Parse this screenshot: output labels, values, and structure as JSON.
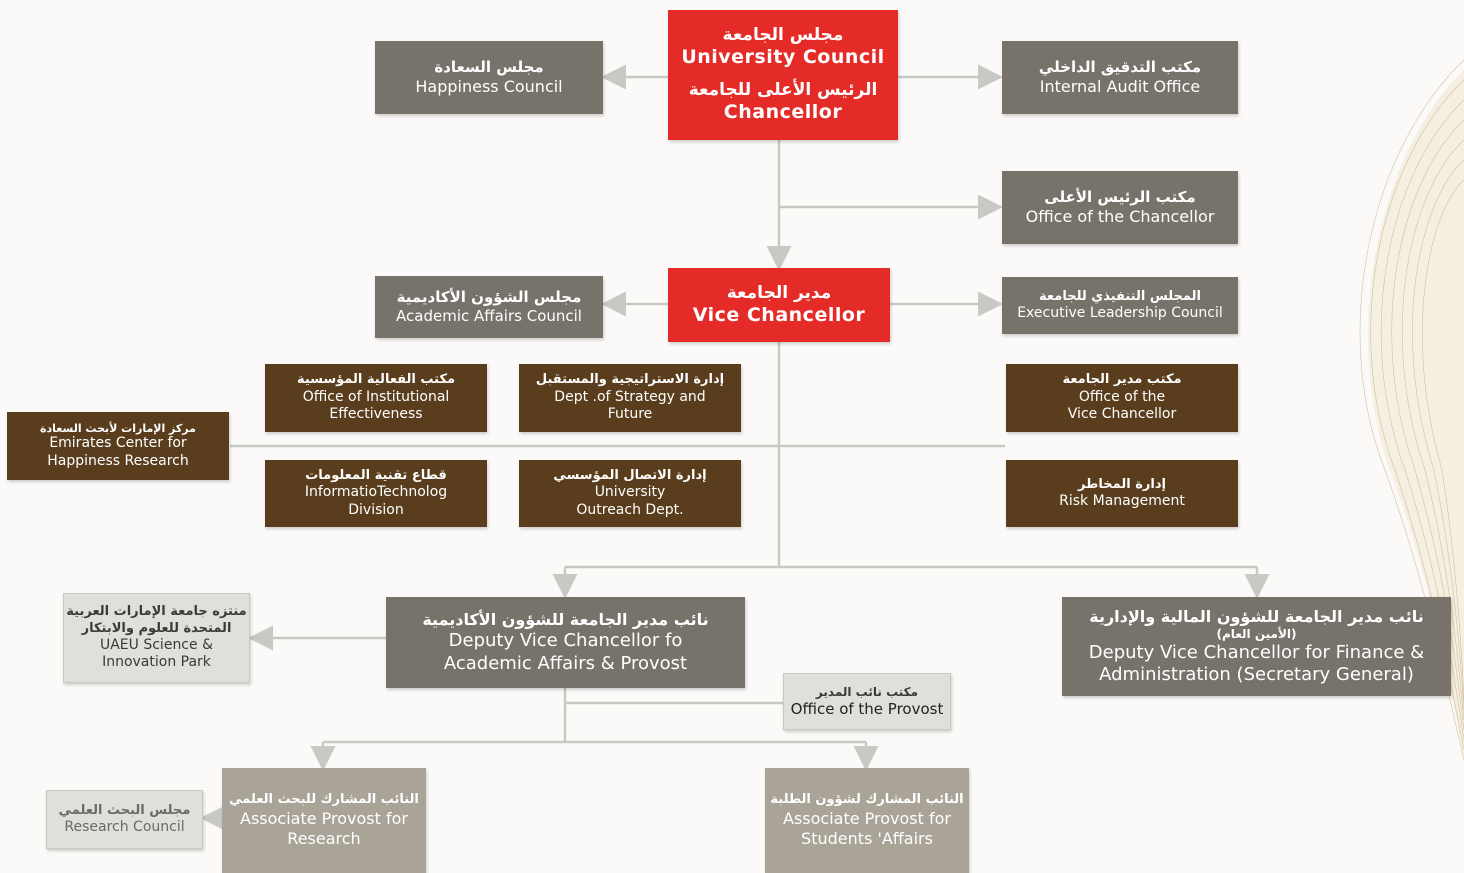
{
  "colors": {
    "top_leadership": "#e42b27",
    "council_office": "#77736a",
    "vc_unit": "#5a3d1c",
    "associate_provost": "#a9a497",
    "affiliated_unit": "#dfe0da",
    "connector": "#c8c8c4",
    "background": "#fbfaf8"
  },
  "nodes": {
    "university_council": {
      "ar_line1": "مجلس الجامعة",
      "en_line1": "University Council",
      "ar_line2": "الرئيس الأعلى للجامعة",
      "en_line2": "Chancellor"
    },
    "happiness_council": {
      "ar": "مجلس السعادة",
      "en": "Happiness Council"
    },
    "internal_audit": {
      "ar": "مكتب التدقيق الداخلي",
      "en": "Internal Audit Office"
    },
    "office_chancellor": {
      "ar": "مكتب الرئيس الأعلى",
      "en": "Office of the Chancellor"
    },
    "vice_chancellor": {
      "ar": "مدير الجامعة",
      "en": "Vice Chancellor"
    },
    "academic_affairs_council": {
      "ar": "مجلس الشؤون الأكاديمية",
      "en": "Academic Affairs Council"
    },
    "executive_leadership_council": {
      "ar": "المجلس التنفيذي للجامعة",
      "en": "Executive Leadership Council"
    },
    "institutional_effectiveness": {
      "ar": "مكتب الفعالية المؤسسية",
      "en1": "Office of Institutional",
      "en2": "Effectiveness"
    },
    "strategy_future": {
      "ar": "إدارة الاستراتيجية والمستقبل",
      "en1": "Dept .of Strategy and",
      "en2": "Future"
    },
    "office_vice_chancellor": {
      "ar": "مكتب مدير الجامعة",
      "en1": "Office of the",
      "en2": "Vice Chancellor"
    },
    "happiness_research": {
      "ar": "مركز الإمارات لأبحث السعادة",
      "en1": "Emirates Center for",
      "en2": "Happiness Research"
    },
    "it_division": {
      "ar": "قطاع تقنية المعلومات",
      "en1": "InformatioTechnolog",
      "en2": "Division"
    },
    "outreach": {
      "ar": "إدارة الاتصال المؤسسي",
      "en1": "University",
      "en2": "Outreach Dept."
    },
    "risk_management": {
      "ar": "إدارة المخاطر",
      "en": "Risk Management"
    },
    "science_park": {
      "ar1": "منتزه جامعة الإمارات العربية",
      "ar2": "المتحدة للعلوم والابتكار",
      "en1": "UAEU Science &",
      "en2": "Innovation Park"
    },
    "provost": {
      "ar": "نائب مدير الجامعة للشؤون الأكاديمية",
      "en1": "Deputy Vice Chancellor fo",
      "en2": "Academic Affairs & Provost"
    },
    "finance_admin": {
      "ar1": "نائب مدير الجامعة للشؤون المالية والإدارية",
      "ar2": "(الأمين العام)",
      "en1": "Deputy  Vice Chancellor for Finance &",
      "en2": "Administration (Secretary General)"
    },
    "office_provost": {
      "ar": "مكتب نائب المدير",
      "en": "Office of the Provost"
    },
    "research_council": {
      "ar": "مجلس البحث العلمي",
      "en": "Research Council"
    },
    "assoc_research": {
      "ar": "النائب المشارك للبحث العلمي",
      "en1": "Associate Provost for",
      "en2": "Research"
    },
    "assoc_students": {
      "ar": "النائب المشارك لشؤون الطلبة",
      "en1": "Associate Provost for",
      "en2": "Students 'Affairs"
    }
  }
}
